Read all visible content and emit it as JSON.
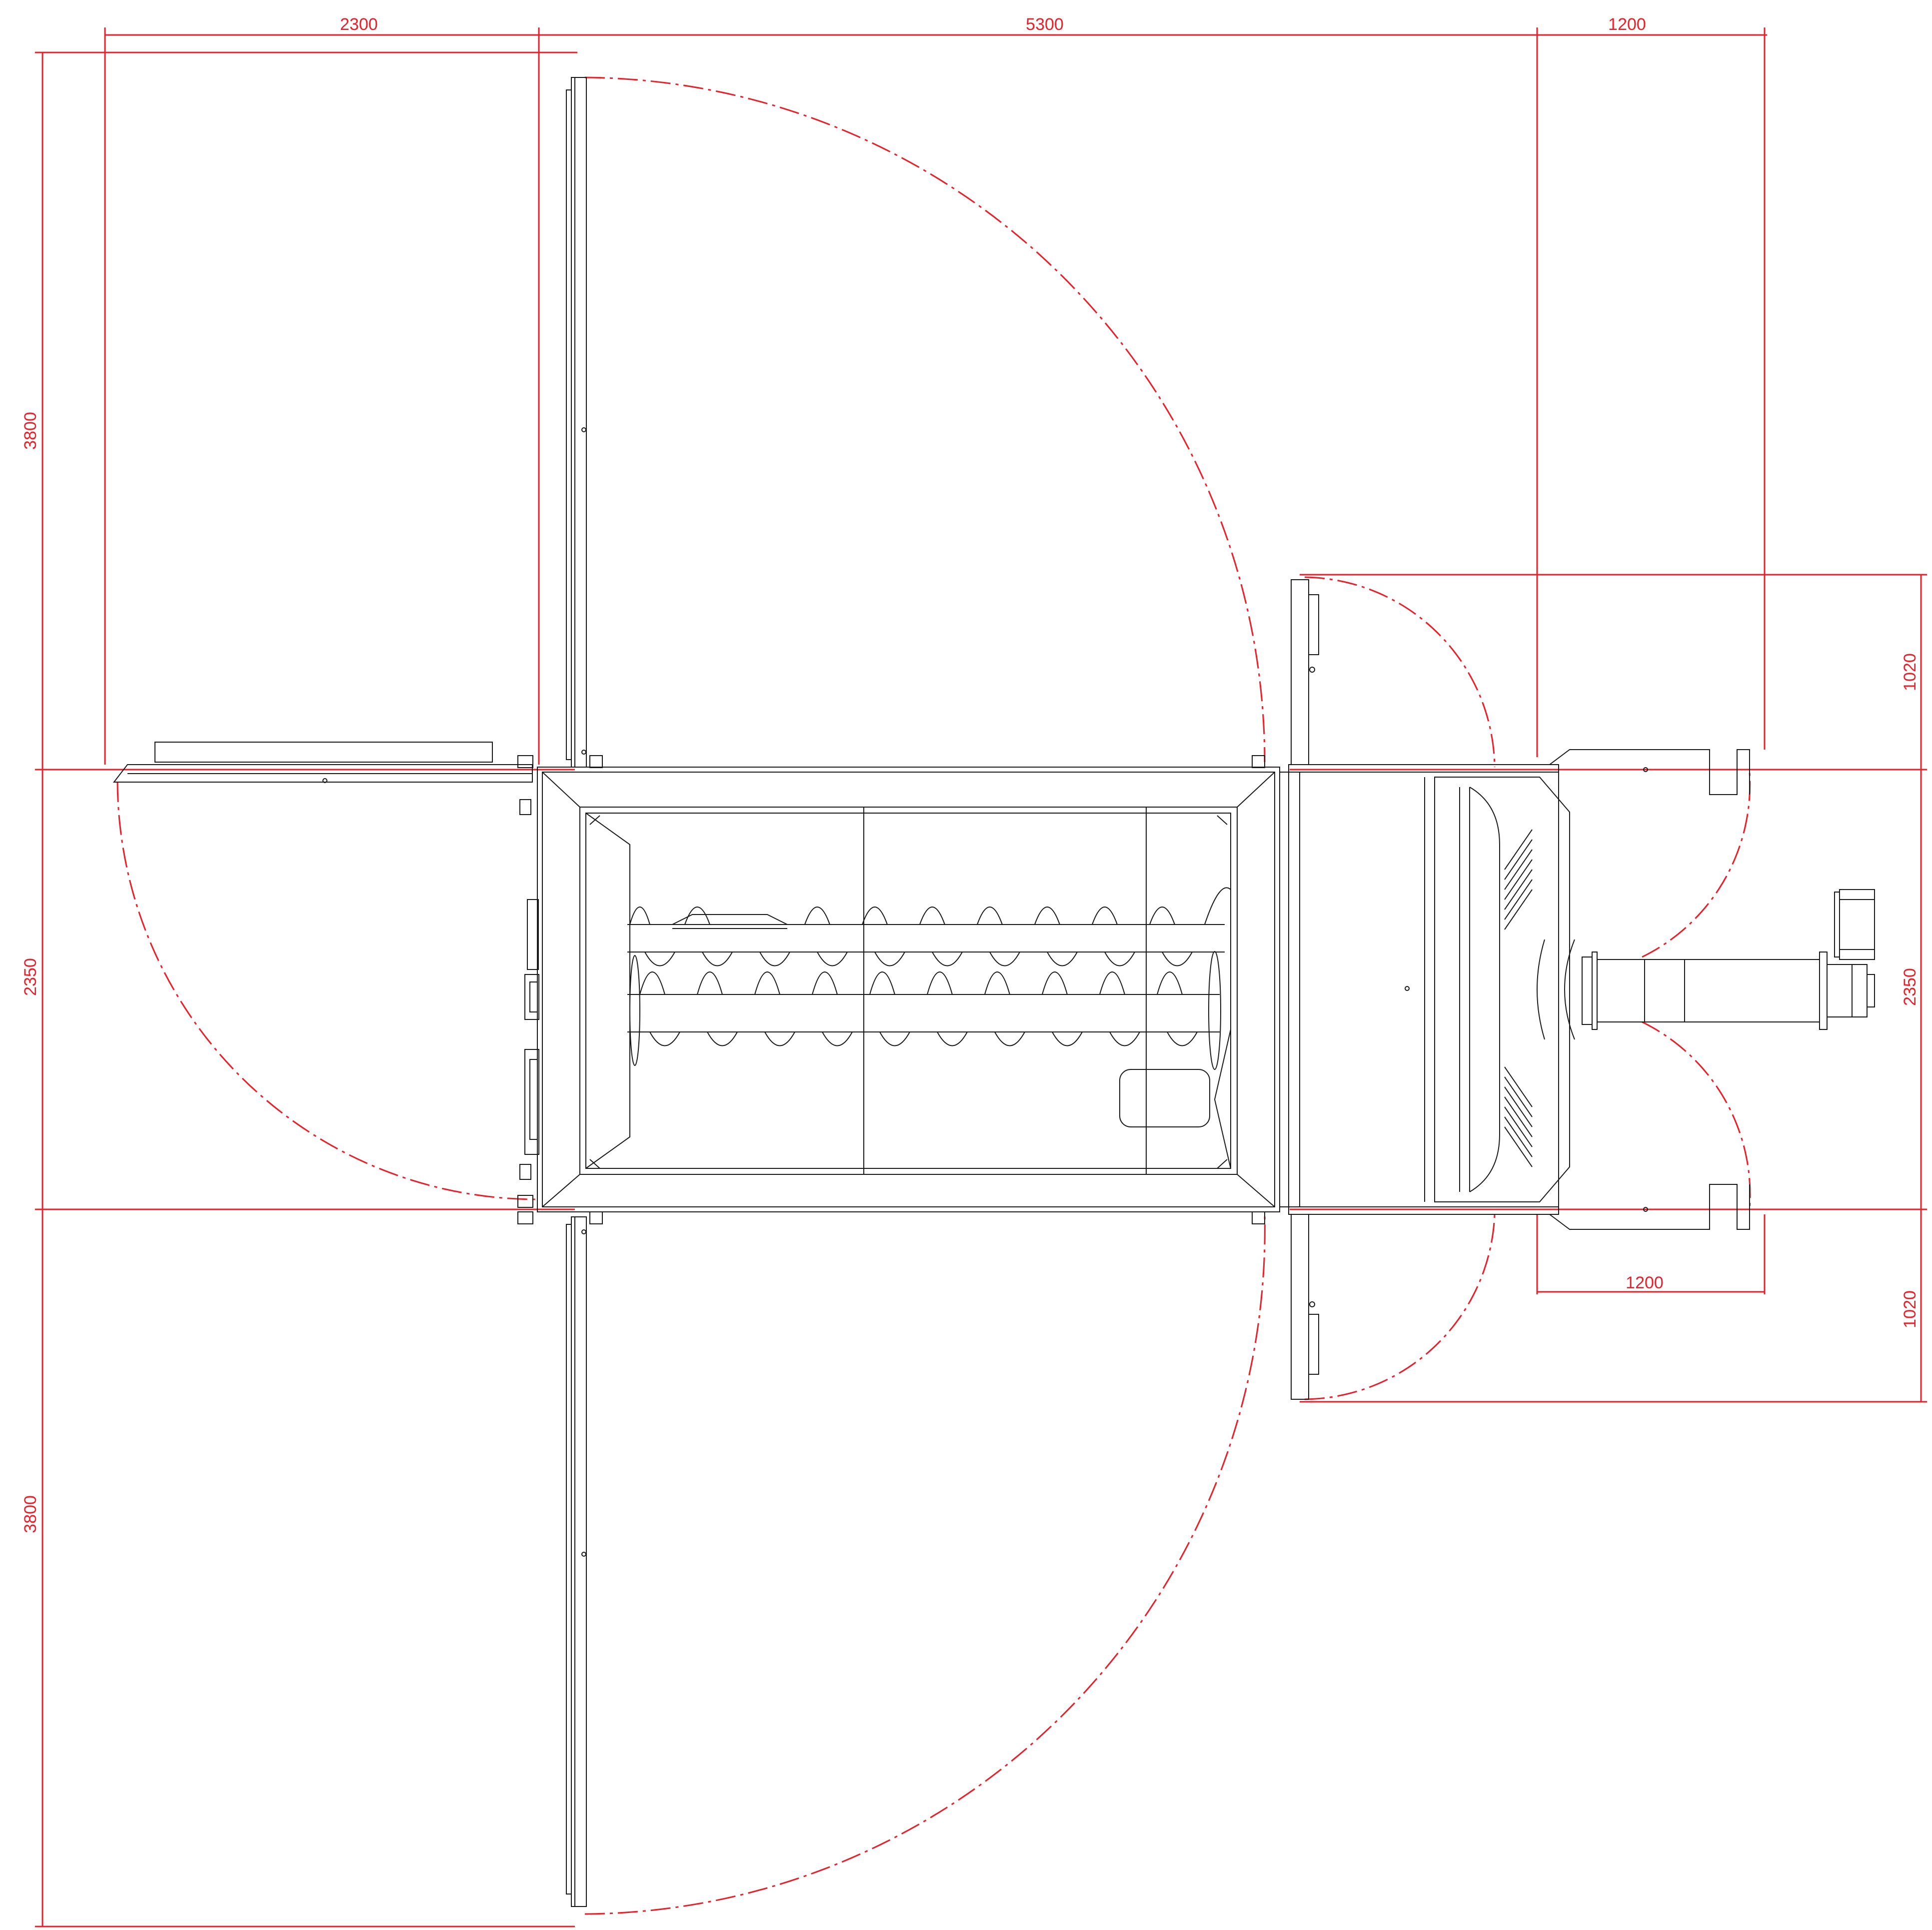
{
  "colors": {
    "dimension": "#e8202a",
    "outline": "#1a1a1a",
    "background": "#ffffff"
  },
  "dimensions": {
    "top_left_width": "2300",
    "top_center_width": "5300",
    "top_right_width": "1200",
    "right_lower_width": "1200",
    "left_upper_height": "3800",
    "left_middle_height": "2350",
    "left_lower_height": "3800",
    "right_upper_height": "1020",
    "right_middle_height": "2350",
    "right_lower_height": "1020"
  }
}
